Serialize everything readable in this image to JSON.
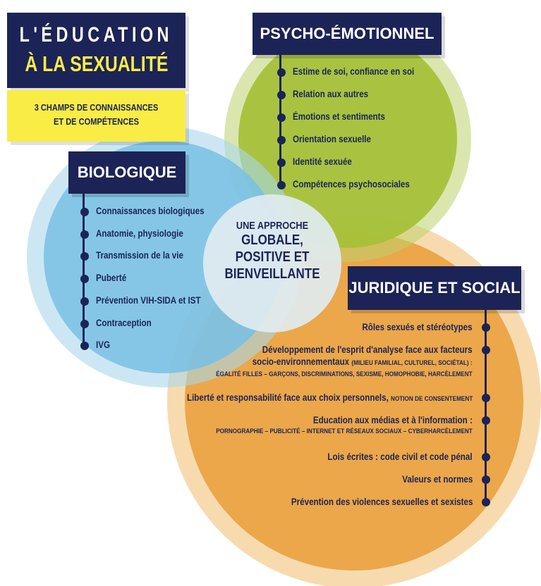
{
  "title": {
    "line1": "L'ÉDUCATION",
    "line2": "À LA SEXUALITÉ",
    "subtitle_line1": "3 CHAMPS DE CONNAISSANCES",
    "subtitle_line2": "ET DE COMPÉTENCES"
  },
  "center": {
    "line1": "UNE APPROCHE",
    "line2": "GLOBALE,",
    "line3": "POSITIVE ET",
    "line4": "BIENVEILLANTE"
  },
  "psycho": {
    "heading": "PSYCHO-ÉMOTIONNEL",
    "items": [
      "Estime de soi, confiance en soi",
      "Relation aux autres",
      "Émotions et sentiments",
      "Orientation sexuelle",
      "Identité sexuée",
      "Compétences psychosociales"
    ]
  },
  "bio": {
    "heading": "BIOLOGIQUE",
    "items": [
      "Connaissances biologiques",
      "Anatomie, physiologie",
      "Transmission de la vie",
      "Puberté",
      "Prévention VIH-SIDA et IST",
      "Contraception",
      "IVG"
    ]
  },
  "juridique": {
    "heading": "JURIDIQUE ET SOCIAL",
    "i1": "Rôles sexués et stéréotypes",
    "i2a": "Développement de l'esprit d'analyse face aux facteurs",
    "i2b": "socio-environnementaux",
    "i2c": "(MILIEU FAMILIAL, CULTUREL, SOCIÉTAL) :",
    "i2d": "ÉGALITÉ FILLES – GARÇONS, DISCRIMINATIONS, SEXISME, HOMOPHOBIE, HARCÈLEMENT",
    "i3a": "Liberté et responsabilité face aux choix personnels,",
    "i3b": "NOTION DE CONSENTEMENT",
    "i4a": "Education aux médias et à l'information :",
    "i4b": "PORNOGRAPHIE – PUBLICITÉ – INTERNET ET RÉSEAUX SOCIAUX – CYBERHARCÈLEMENT",
    "i5": "Lois écrites : code civil et code pénal",
    "i6": "Valeurs et normes",
    "i7": "Prévention des violences sexuelles et sexistes"
  },
  "colors": {
    "navy": "#1c2356",
    "yellow": "#f8ec45",
    "blue": "#7fc3e6",
    "green": "#a9c23c",
    "orange": "#eaa445"
  }
}
